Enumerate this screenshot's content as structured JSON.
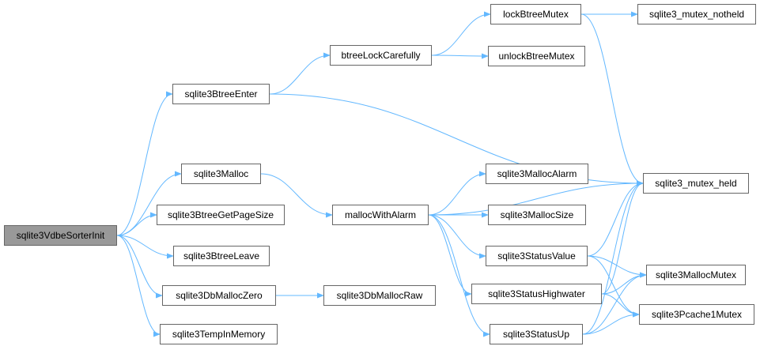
{
  "colors": {
    "edge": "#63b8ff",
    "node_border": "#666666",
    "node_fill": "#ffffff",
    "root_fill": "#999999"
  },
  "nodes": [
    {
      "id": "n0",
      "label": "sqlite3VdbeSorterInit"
    },
    {
      "id": "n1",
      "label": "sqlite3BtreeEnter"
    },
    {
      "id": "n2",
      "label": "btreeLockCarefully"
    },
    {
      "id": "n3",
      "label": "lockBtreeMutex"
    },
    {
      "id": "n4",
      "label": "sqlite3_mutex_notheld"
    },
    {
      "id": "n5",
      "label": "sqlite3_mutex_held"
    },
    {
      "id": "n6",
      "label": "unlockBtreeMutex"
    },
    {
      "id": "n7",
      "label": "sqlite3Malloc"
    },
    {
      "id": "n8",
      "label": "mallocWithAlarm"
    },
    {
      "id": "n9",
      "label": "sqlite3MallocAlarm"
    },
    {
      "id": "n10",
      "label": "sqlite3MallocSize"
    },
    {
      "id": "n11",
      "label": "sqlite3StatusValue"
    },
    {
      "id": "n12",
      "label": "sqlite3MallocMutex"
    },
    {
      "id": "n13",
      "label": "sqlite3Pcache1Mutex"
    },
    {
      "id": "n14",
      "label": "sqlite3StatusHighwater"
    },
    {
      "id": "n15",
      "label": "sqlite3StatusUp"
    },
    {
      "id": "n16",
      "label": "sqlite3BtreeGetPageSize"
    },
    {
      "id": "n17",
      "label": "sqlite3BtreeLeave"
    },
    {
      "id": "n18",
      "label": "sqlite3DbMallocZero"
    },
    {
      "id": "n19",
      "label": "sqlite3DbMallocRaw"
    },
    {
      "id": "n20",
      "label": "sqlite3TempInMemory"
    }
  ],
  "edges": [
    [
      "n0",
      "n1"
    ],
    [
      "n0",
      "n7"
    ],
    [
      "n0",
      "n16"
    ],
    [
      "n0",
      "n17"
    ],
    [
      "n0",
      "n18"
    ],
    [
      "n0",
      "n20"
    ],
    [
      "n1",
      "n2"
    ],
    [
      "n1",
      "n5"
    ],
    [
      "n2",
      "n3"
    ],
    [
      "n2",
      "n6"
    ],
    [
      "n3",
      "n4"
    ],
    [
      "n3",
      "n5"
    ],
    [
      "n7",
      "n8"
    ],
    [
      "n8",
      "n5"
    ],
    [
      "n8",
      "n9"
    ],
    [
      "n8",
      "n10"
    ],
    [
      "n8",
      "n11"
    ],
    [
      "n8",
      "n14"
    ],
    [
      "n8",
      "n15"
    ],
    [
      "n11",
      "n5"
    ],
    [
      "n11",
      "n12"
    ],
    [
      "n11",
      "n13"
    ],
    [
      "n14",
      "n5"
    ],
    [
      "n14",
      "n12"
    ],
    [
      "n14",
      "n13"
    ],
    [
      "n15",
      "n5"
    ],
    [
      "n15",
      "n12"
    ],
    [
      "n15",
      "n13"
    ],
    [
      "n18",
      "n19"
    ]
  ]
}
